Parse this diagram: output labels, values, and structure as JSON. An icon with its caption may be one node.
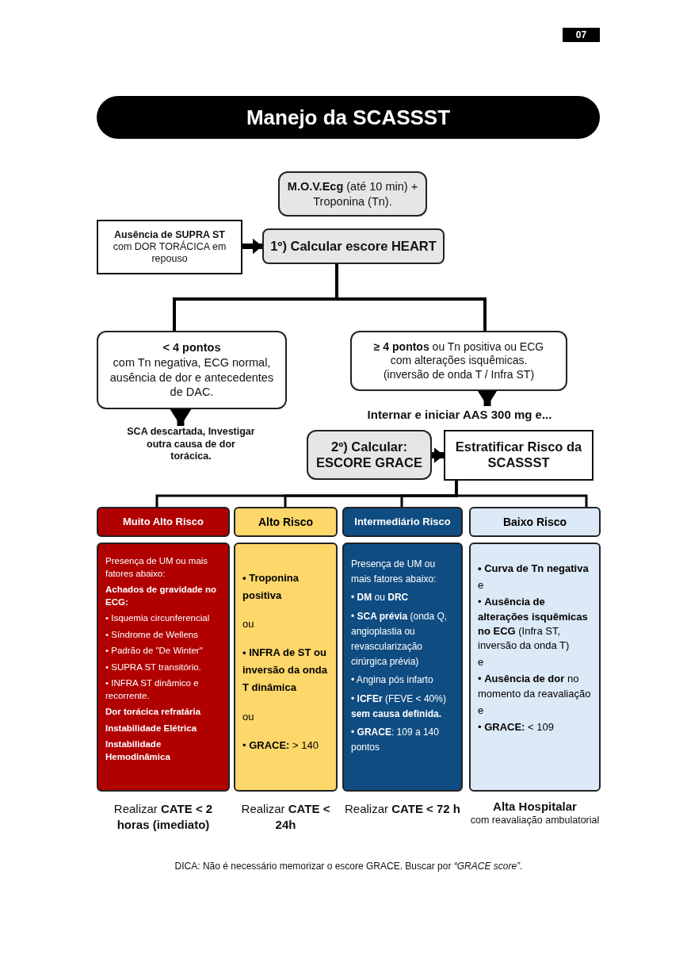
{
  "diagram": {
    "title": "Manejo da SCASSST",
    "nodes": [
      {
        "text": [
          "**M.O.V.Ecg** (até 10 min) + Troponina (Tn)."
        ]
      },
      {
        "text": [
          "**Ausência de SUPRA ST** com DOR TORÁCICA em repouso"
        ]
      },
      {
        "text": [
          "1º) Calcular escore HEART"
        ]
      },
      {
        "text": [
          "< 4 pontos",
          "com Tn negativa, ECG normal, ausência de dor e antecedentes de DAC."
        ]
      },
      {
        "text": [
          "**≥ 4 pontos** ou Tn positiva ou ECG com alterações isquêmicas. (inversão de onda T / Infra ST)"
        ]
      },
      {
        "text": [
          "SCA descartada, Investigar outra causa de dor torácica."
        ]
      },
      {
        "text": [
          "Internar e iniciar AAS 300 mg e..."
        ]
      },
      {
        "text": [
          "2º) Calcular: ESCORE GRACE"
        ]
      },
      {
        "text": [
          "Estratificar Risco da SCASSST"
        ]
      },
      {
        "text": [
          "Muito Alto Risco"
        ]
      },
      {
        "text": [
          "Alto Risco"
        ]
      },
      {
        "text": [
          "Intermediário Risco"
        ]
      },
      {
        "text": [
          "Baixo Risco"
        ]
      },
      {
        "text": [
          "Presença de UM ou mais fatores abaixo:",
          "Achados de gravidade no ECG:",
          "• Isquemia circunferencial",
          "• Síndrome de Wellens",
          "• Padrão de \"De Winter\"",
          "• SUPRA ST transitório.",
          "• INFRA ST dinâmico e recorrente.",
          "Dor torácica refratária",
          "Instabilidade Elétrica",
          "Instabilidade Hemodinâmica"
        ],
        "beside": [
          "Realizar **CATE < 2 horas (imediato)**"
        ]
      },
      {
        "text": [
          "• Troponina positiva",
          "ou",
          "• INFRA de ST ou inversão da onda T dinâmica",
          "ou",
          "• **GRACE:** > 140"
        ],
        "beside": [
          "Realizar **CATE < 24h**"
        ]
      },
      {
        "text": [
          "Presença de UM ou mais fatores abaixo:",
          "• **DM** ou **DRC**",
          "• **SCA prévia** (onda Q, angioplastia ou revascularização cirúrgica prévia)",
          "• Angina pós infarto",
          "• **ICFEr** (FEVE < 40%) **sem causa definida.**",
          "• **GRACE**: 109 a 140 pontos"
        ],
        "beside": [
          "Realizar **CATE < 72 h**"
        ]
      },
      {
        "text": [
          "• Curva de Tn negativa",
          "e",
          "• **Ausência de alterações isquêmicas no ECG** (Infra ST, inversão da onda T)",
          "e",
          "• **Ausência de dor** no momento da reavaliação",
          "e",
          "• **GRACE:** < 109"
        ],
        "beside": [
          "Alta Hospitalar",
          "com reavaliação ambulatorial"
        ]
      }
    ],
    "edges": [
      {
        "from": 1,
        "to": 2,
        "arrow": "to"
      },
      {
        "from": 2,
        "to": 3,
        "arrow": "none"
      },
      {
        "from": 2,
        "to": 4,
        "arrow": "none"
      },
      {
        "from": 3,
        "to": 5,
        "arrow": "to",
        "style": "thick"
      },
      {
        "from": 4,
        "to": 6,
        "arrow": "to",
        "style": "thick"
      },
      {
        "from": 7,
        "to": 8,
        "arrow": "to",
        "style": "thick"
      },
      {
        "from": 8,
        "to": 9,
        "arrow": "none"
      },
      {
        "from": 8,
        "to": 10,
        "arrow": "none"
      },
      {
        "from": 8,
        "to": 11,
        "arrow": "none"
      },
      {
        "from": 8,
        "to": 12,
        "arrow": "none"
      }
    ],
    "labels": [
      "07",
      "DICA: Não é necessário memorizar o escore GRACE. Buscar por *“GRACE score”*."
    ]
  }
}
